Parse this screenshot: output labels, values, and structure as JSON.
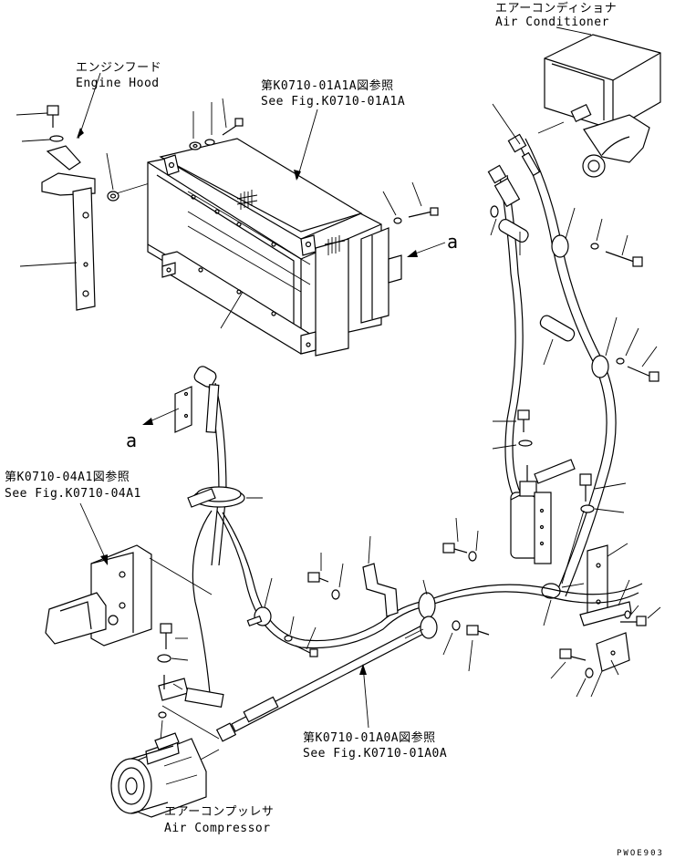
{
  "labels": {
    "air_conditioner_jp": "エアーコンディショナ",
    "air_conditioner_en": "Air Conditioner",
    "engine_hood_jp": "エンジンフード",
    "engine_hood_en": "Engine Hood",
    "fig_a1a_jp": "第K0710-01A1A図参照",
    "fig_a1a_en": "See Fig.K0710-01A1A",
    "fig_04a1_jp": "第K0710-04A1図参照",
    "fig_04a1_en": "See Fig.K0710-04A1",
    "fig_a0a_jp": "第K0710-01A0A図参照",
    "fig_a0a_en": "See Fig.K0710-01A0A",
    "air_compressor_jp": "エアーコンプッレサ",
    "air_compressor_en": "Air Compressor",
    "ref_a_top": "a",
    "ref_a_left": "a",
    "drawing_code": "PWOE903"
  }
}
